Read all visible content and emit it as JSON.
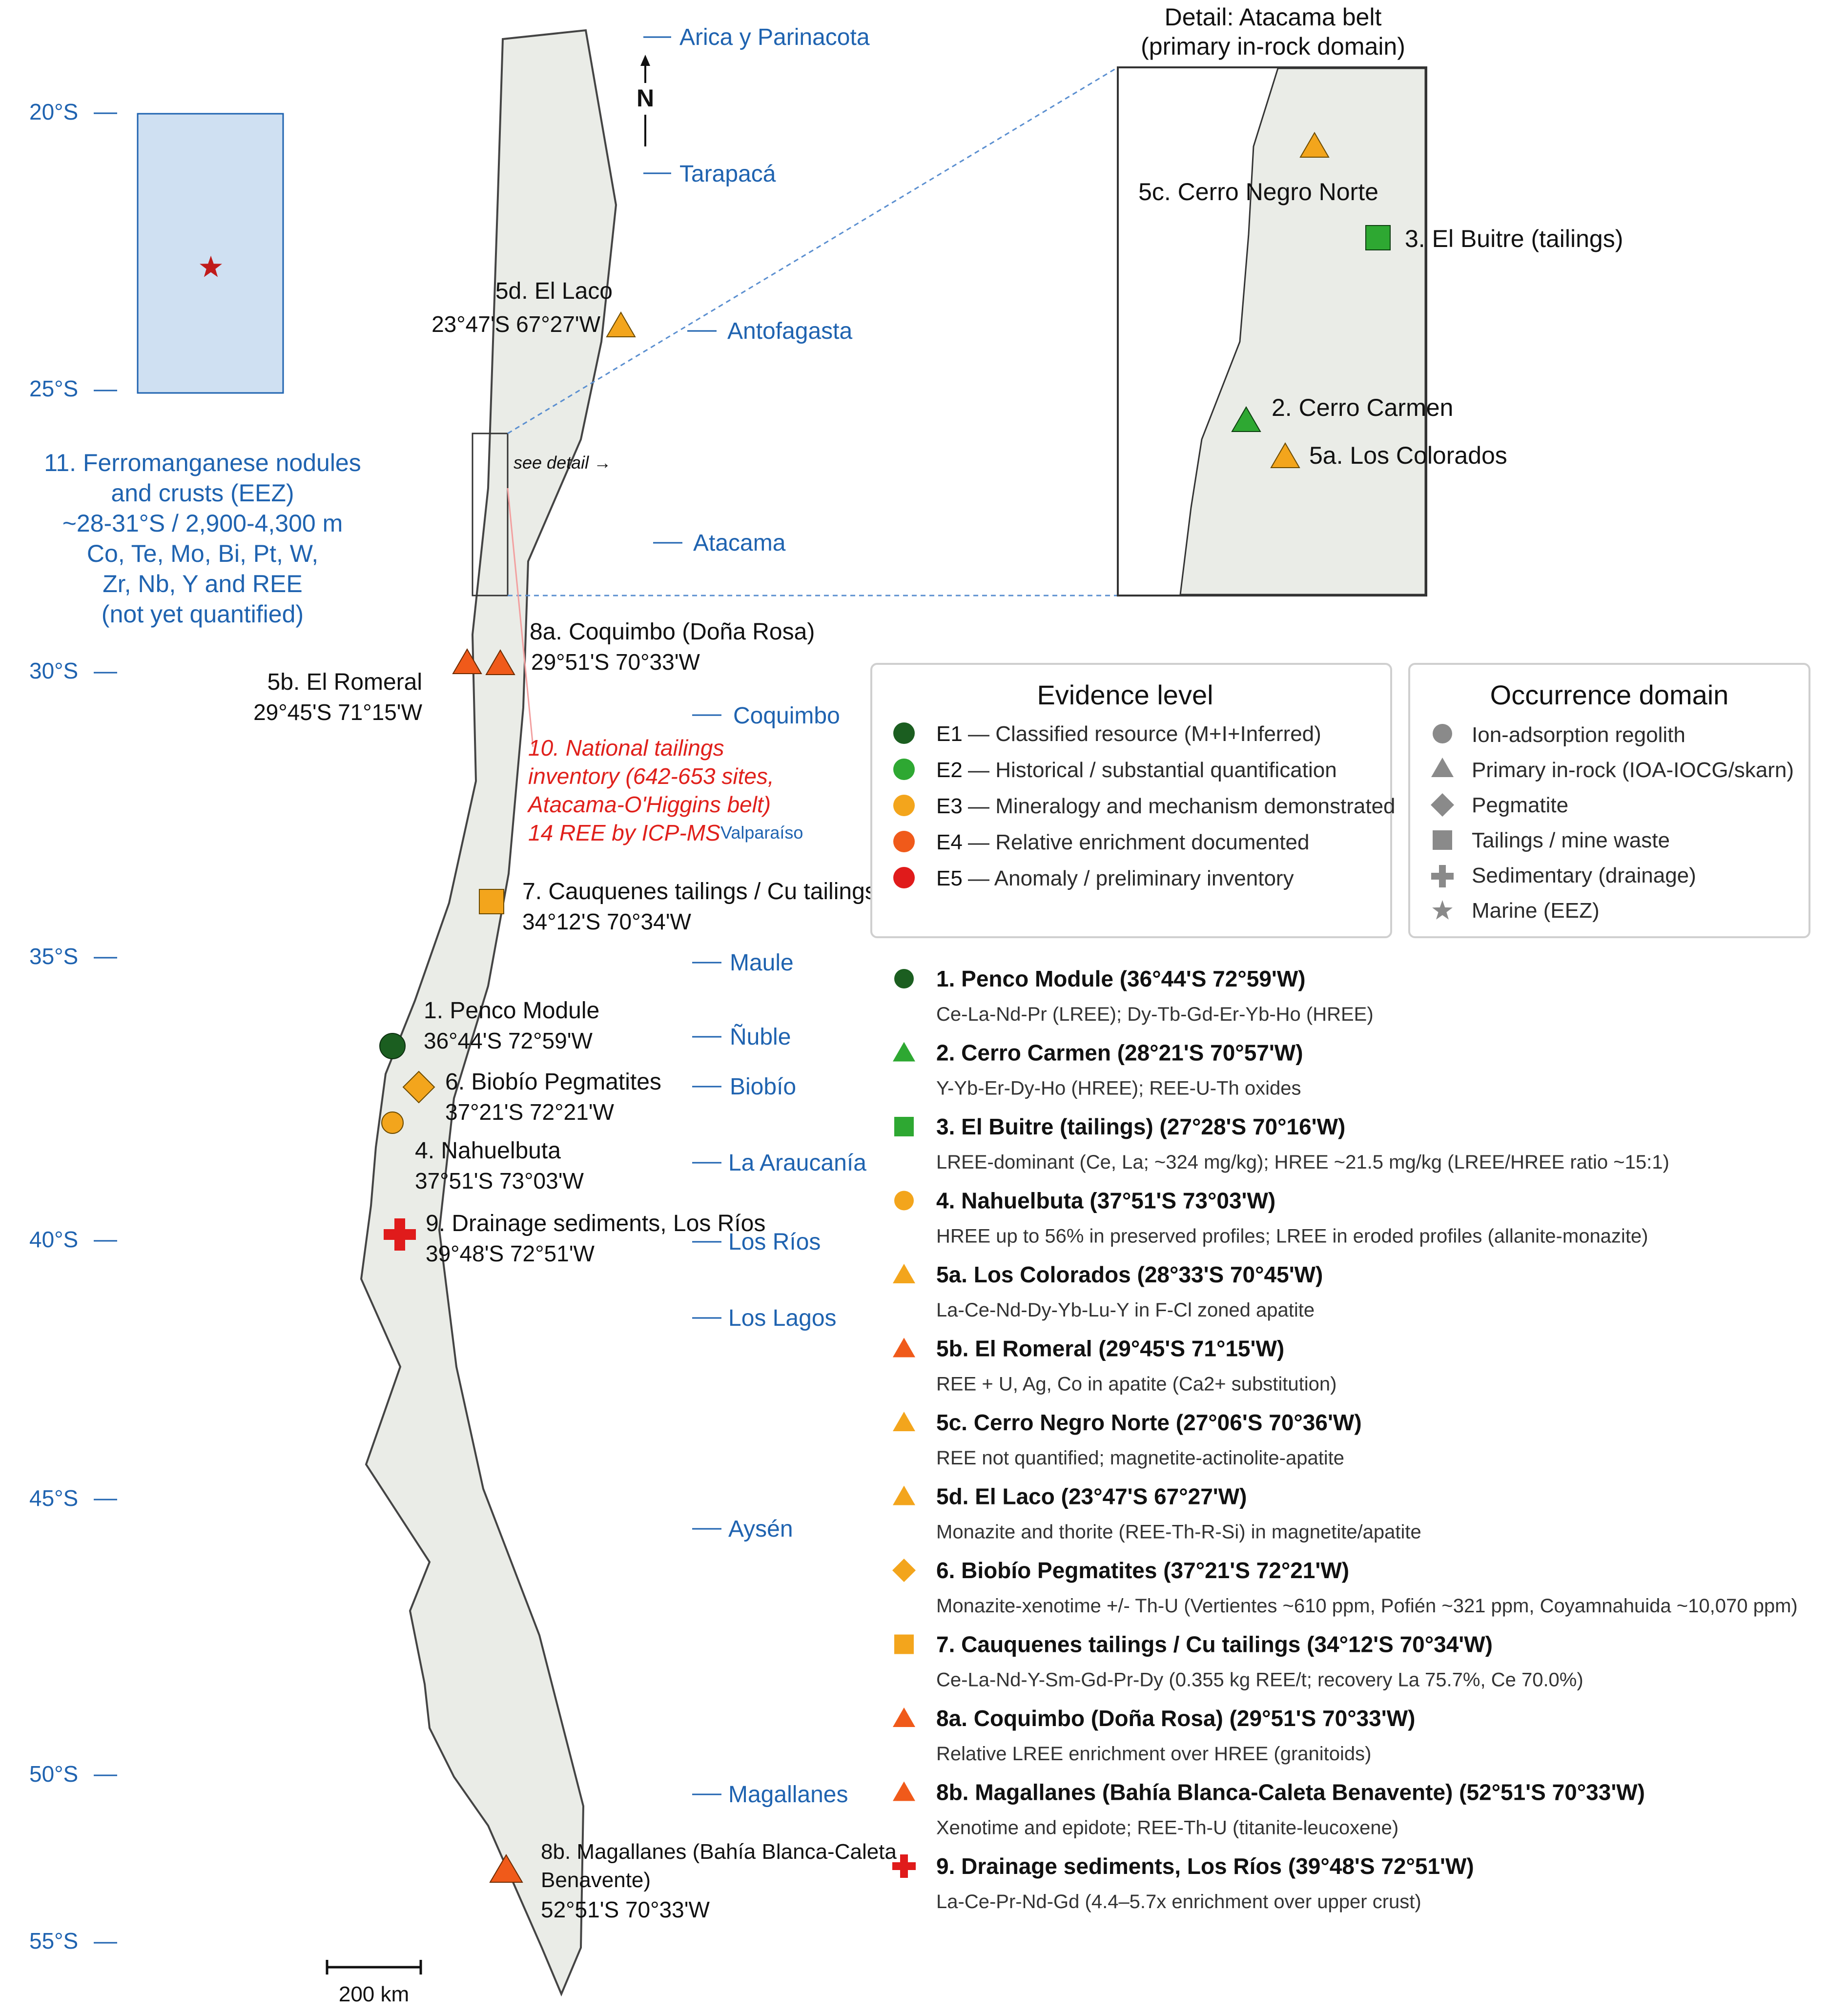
{
  "colors": {
    "land": "#eaece7",
    "coast": "#444444",
    "E1": "#1b5e20",
    "E2": "#2ea832",
    "E3": "#f3a51c",
    "E4": "#f05a1a",
    "E5": "#e01b1b",
    "link": "#1f63b0",
    "marine_box": "#cfe0f2"
  },
  "north": "N",
  "latitudes": [
    "20°S",
    "25°S",
    "30°S",
    "35°S",
    "40°S",
    "45°S",
    "50°S",
    "55°S"
  ],
  "regions": [
    "Arica y Parinacota",
    "Tarapacá",
    "Antofagasta",
    "Atacama",
    "Coquimbo",
    "Valparaíso",
    "Maule",
    "Ñuble",
    "Biobío",
    "La Araucanía",
    "Los Ríos",
    "Los Lagos",
    "Aysén",
    "Magallanes"
  ],
  "marine": {
    "title": "11. Ferromanganese nodules",
    "lines": [
      "and crusts (EEZ)",
      "~28-31°S / 2,900-4,300 m",
      "Co, Te, Mo, Bi, Pt, W,",
      "Zr, Nb, Y and REE",
      "(not yet quantified)"
    ],
    "symbol": "star"
  },
  "map_sites": {
    "el_laco": {
      "name": "5d. El Laco",
      "coord": "23°47'S 67°27'W",
      "symbol": "triangle",
      "level": "E3"
    },
    "el_romeral": {
      "name": "5b. El Romeral",
      "coord": "29°45'S 71°15'W",
      "symbol": "triangle",
      "level": "E4"
    },
    "coquimbo": {
      "name": "8a. Coquimbo (Doña Rosa)",
      "coord": "29°51'S 70°33'W",
      "symbol": "triangle",
      "level": "E4"
    },
    "cauquenes": {
      "name": "7. Cauquenes tailings / Cu tailings",
      "coord": "34°12'S 70°34'W",
      "symbol": "square",
      "level": "E3"
    },
    "penco": {
      "name": "1. Penco Module",
      "coord": "36°44'S 72°59'W",
      "symbol": "circle",
      "level": "E1"
    },
    "biobio": {
      "name": "6. Biobío Pegmatites",
      "coord": "37°21'S 72°21'W",
      "symbol": "diamond",
      "level": "E3"
    },
    "nahuelbuta": {
      "name": "4. Nahuelbuta",
      "coord": "37°51'S 73°03'W",
      "symbol": "circle",
      "level": "E3"
    },
    "drainage": {
      "name": "9. Drainage sediments, Los Ríos",
      "coord": "39°48'S 72°51'W",
      "symbol": "cross",
      "level": "E5"
    },
    "magallanes": {
      "name_a": "8b. Magallanes (Bahía Blanca-Caleta",
      "name_b": "Benavente)",
      "coord": "52°51'S 70°33'W",
      "symbol": "triangle",
      "level": "E4"
    }
  },
  "tailings_note": [
    "10. National tailings",
    "inventory (642-653 sites,",
    "Atacama-O'Higgins belt)",
    "14 REE by ICP-MS"
  ],
  "see_detail": "see detail →",
  "detail": {
    "title_1": "Detail: Atacama belt",
    "title_2": "(primary in-rock domain)",
    "sites": {
      "cerro_negro": {
        "name": "5c. Cerro Negro Norte",
        "symbol": "triangle",
        "level": "E3"
      },
      "el_buitre": {
        "name": "3. El Buitre (tailings)",
        "symbol": "square",
        "level": "E2"
      },
      "cerro_carmen": {
        "name": "2. Cerro Carmen",
        "symbol": "triangle",
        "level": "E2"
      },
      "los_colorados": {
        "name": "5a. Los Colorados",
        "symbol": "triangle",
        "level": "E3"
      }
    }
  },
  "evidence_legend": {
    "title": "Evidence level",
    "items": [
      {
        "code": "E1",
        "label": "— Classified resource (M+I+Inferred)"
      },
      {
        "code": "E2",
        "label": "— Historical / substantial quantification"
      },
      {
        "code": "E3",
        "label": "— Mineralogy and mechanism demonstrated"
      },
      {
        "code": "E4",
        "label": "— Relative enrichment documented"
      },
      {
        "code": "E5",
        "label": "— Anomaly / preliminary inventory"
      }
    ]
  },
  "domain_legend": {
    "title": "Occurrence domain",
    "items": [
      {
        "symbol": "circle",
        "label": "Ion-adsorption regolith"
      },
      {
        "symbol": "triangle",
        "label": "Primary in-rock (IOA-IOCG/skarn)"
      },
      {
        "symbol": "diamond",
        "label": "Pegmatite"
      },
      {
        "symbol": "square",
        "label": "Tailings / mine waste"
      },
      {
        "symbol": "cross",
        "label": "Sedimentary (drainage)"
      },
      {
        "symbol": "star",
        "label": "Marine (EEZ)"
      }
    ]
  },
  "entries": [
    {
      "symbol": "circle",
      "level": "E1",
      "title": "1. Penco Module  (36°44'S 72°59'W)",
      "desc": "Ce-La-Nd-Pr (LREE); Dy-Tb-Gd-Er-Yb-Ho (HREE)"
    },
    {
      "symbol": "triangle",
      "level": "E2",
      "title": "2. Cerro Carmen  (28°21'S 70°57'W)",
      "desc": "Y-Yb-Er-Dy-Ho (HREE); REE-U-Th oxides"
    },
    {
      "symbol": "square",
      "level": "E2",
      "title": "3. El Buitre (tailings)  (27°28'S 70°16'W)",
      "desc": "LREE-dominant (Ce, La; ~324 mg/kg); HREE ~21.5 mg/kg (LREE/HREE ratio ~15:1)"
    },
    {
      "symbol": "circle",
      "level": "E3",
      "title": "4. Nahuelbuta  (37°51'S 73°03'W)",
      "desc": "HREE up to 56% in preserved profiles; LREE in eroded profiles (allanite-monazite)"
    },
    {
      "symbol": "triangle",
      "level": "E3",
      "title": "5a. Los Colorados  (28°33'S 70°45'W)",
      "desc": "La-Ce-Nd-Dy-Yb-Lu-Y in F-Cl zoned apatite"
    },
    {
      "symbol": "triangle",
      "level": "E4",
      "title": "5b. El Romeral  (29°45'S 71°15'W)",
      "desc": "REE + U, Ag, Co in apatite (Ca2+ substitution)"
    },
    {
      "symbol": "triangle",
      "level": "E3",
      "title": "5c. Cerro Negro Norte  (27°06'S 70°36'W)",
      "desc": "REE not quantified; magnetite-actinolite-apatite"
    },
    {
      "symbol": "triangle",
      "level": "E3",
      "title": "5d. El Laco  (23°47'S 67°27'W)",
      "desc": "Monazite and thorite (REE-Th-R-Si) in magnetite/apatite"
    },
    {
      "symbol": "diamond",
      "level": "E3",
      "title": "6. Biobío Pegmatites  (37°21'S 72°21'W)",
      "desc": "Monazite-xenotime +/- Th-U (Vertientes ~610 ppm, Pofién ~321 ppm, Coyamnahuida ~10,070 ppm)"
    },
    {
      "symbol": "square",
      "level": "E3",
      "title": "7. Cauquenes tailings / Cu tailings  (34°12'S 70°34'W)",
      "desc": "Ce-La-Nd-Y-Sm-Gd-Pr-Dy (0.355 kg REE/t; recovery La 75.7%, Ce 70.0%)"
    },
    {
      "symbol": "triangle",
      "level": "E4",
      "title": "8a. Coquimbo (Doña Rosa)  (29°51'S 70°33'W)",
      "desc": "Relative LREE enrichment over HREE (granitoids)"
    },
    {
      "symbol": "triangle",
      "level": "E4",
      "title": "8b. Magallanes (Bahía Blanca-Caleta Benavente)  (52°51'S 70°33'W)",
      "desc": "Xenotime and epidote; REE-Th-U (titanite-leucoxene)"
    },
    {
      "symbol": "cross",
      "level": "E5",
      "title": "9. Drainage sediments, Los Ríos  (39°48'S 72°51'W)",
      "desc": "La-Ce-Pr-Nd-Gd (4.4–5.7x enrichment over upper crust)"
    }
  ],
  "scale": "200 km"
}
